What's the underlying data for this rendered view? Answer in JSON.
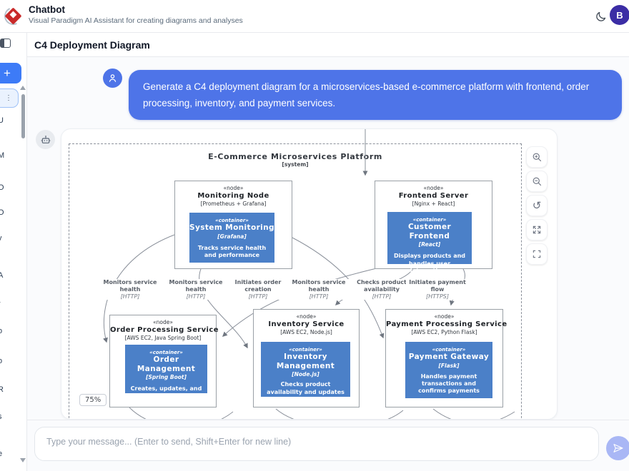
{
  "header": {
    "app_title": "Chatbot",
    "app_subtitle": "Visual Paradigm AI Assistant for creating diagrams and analyses",
    "avatar_letter": "B"
  },
  "page_title": "C4 Deployment Diagram",
  "sidebar": {
    "new_chat_label": "+",
    "fragments": [
      "U",
      "M",
      "O",
      "O",
      "v",
      "A",
      "r",
      "o",
      "o",
      "R",
      "s",
      "e"
    ]
  },
  "chat": {
    "user_message": "Generate a C4 deployment diagram for a microservices-based e-commerce platform with frontend, order processing, inventory, and payment services."
  },
  "diagram": {
    "zoom_level": "75%",
    "boundary": {
      "title": "E-Commerce Microservices Platform",
      "stereotype": "[system]"
    },
    "nodes": [
      {
        "stereotype": "«node»",
        "name": "Monitoring Node",
        "tech": "[Prometheus + Grafana]",
        "container": {
          "stereotype": "«container»",
          "name": "System Monitoring",
          "tech": "[Grafana]",
          "description": "Tracks service health and performance"
        }
      },
      {
        "stereotype": "«node»",
        "name": "Frontend Server",
        "tech": "[Nginx + React]",
        "container": {
          "stereotype": "«container»",
          "name": "Customer Frontend",
          "tech": "[React]",
          "description": "Displays products and handles user interactions"
        }
      },
      {
        "stereotype": "«node»",
        "name": "Order Processing Service",
        "tech": "[AWS EC2, Java Spring Boot]",
        "container": {
          "stereotype": "«container»",
          "name": "Order Management",
          "tech": "[Spring Boot]",
          "description": "Creates, updates, and tracks orders"
        }
      },
      {
        "stereotype": "«node»",
        "name": "Inventory Service",
        "tech": "[AWS EC2, Node.js]",
        "container": {
          "stereotype": "«container»",
          "name": "Inventory Management",
          "tech": "[Node.js]",
          "description": "Checks product availability and updates stock"
        }
      },
      {
        "stereotype": "«node»",
        "name": "Payment Processing Service",
        "tech": "[AWS EC2, Python Flask]",
        "container": {
          "stereotype": "«container»",
          "name": "Payment Gateway",
          "tech": "[Flask]",
          "description": "Handles payment transactions and confirms payments"
        }
      }
    ],
    "edges": [
      {
        "label": "Monitors service health",
        "protocol": "[HTTP]"
      },
      {
        "label": "Monitors service health",
        "protocol": "[HTTP]"
      },
      {
        "label": "Initiates order creation",
        "protocol": "[HTTP]"
      },
      {
        "label": "Monitors service health",
        "protocol": "[HTTP]"
      },
      {
        "label": "Checks product availability",
        "protocol": "[HTTP]"
      },
      {
        "label": "Initiates payment flow",
        "protocol": "[HTTPS]"
      }
    ]
  },
  "composer": {
    "placeholder": "Type your message... (Enter to send, Shift+Enter for new line)"
  },
  "colors": {
    "container_blue": "#4b80c8",
    "user_bubble_blue": "#4e74e8",
    "accent_blue": "#3d7bf7",
    "avatar_purple": "#3b2da5"
  }
}
